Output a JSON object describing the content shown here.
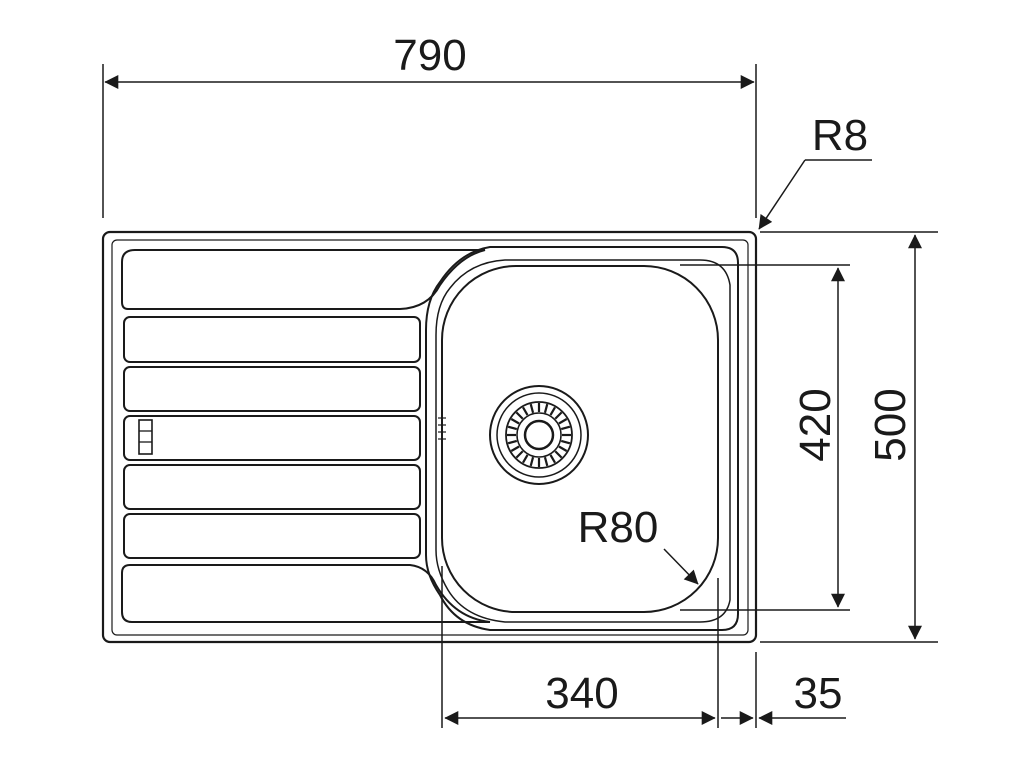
{
  "drawing": {
    "line_color": "#1a1a1a",
    "background": "#ffffff"
  },
  "dimensions": {
    "overall_width": "790",
    "overall_depth": "500",
    "bowl_depth": "420",
    "bowl_width": "340",
    "edge_offset": "35",
    "corner_radius_outer": "R8",
    "corner_radius_bowl": "R80"
  }
}
